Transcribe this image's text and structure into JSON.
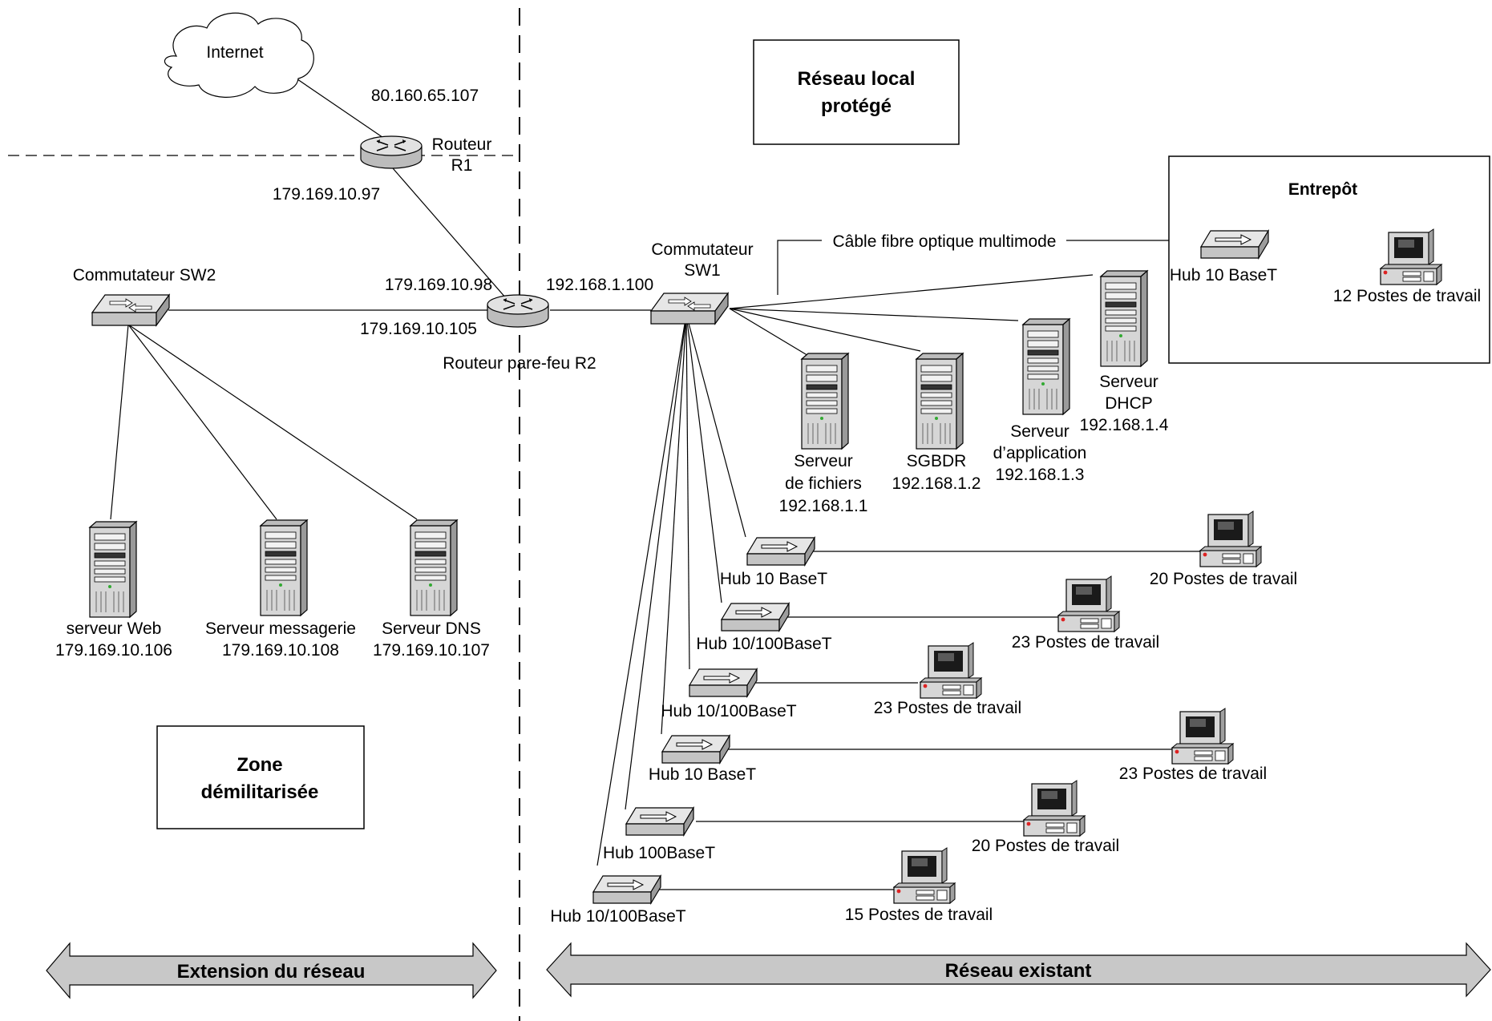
{
  "cloud": {
    "label": "Internet"
  },
  "router_r1": {
    "label_line1": "Routeur",
    "label_line2": "R1",
    "ip_top": "80.160.65.107",
    "ip_bottom": "179.169.10.97"
  },
  "router_r2": {
    "label": "Routeur pare-feu R2",
    "ip_left_top": "179.169.10.98",
    "ip_left_bottom": "179.169.10.105",
    "ip_right": "192.168.1.100"
  },
  "switch_sw2": {
    "label": "Commutateur  SW2"
  },
  "switch_sw1": {
    "label_line1": "Commutateur",
    "label_line2": "SW1"
  },
  "fiber": {
    "label": "Câble fibre optique multimode"
  },
  "boxes": {
    "local_network": {
      "line1": "Réseau local",
      "line2": "protégé"
    },
    "dmz": {
      "line1": "Zone",
      "line2": "démilitarisée"
    },
    "warehouse": {
      "title": "Entrepôt",
      "hub": "Hub 10 BaseT",
      "workstations": "12 Postes de travail"
    }
  },
  "dmz_servers": [
    {
      "name": "serveur Web",
      "ip": "179.169.10.106"
    },
    {
      "name": "Serveur messagerie",
      "ip": "179.169.10.108"
    },
    {
      "name": "Serveur DNS",
      "ip": "179.169.10.107"
    }
  ],
  "lan_servers": {
    "files": {
      "line1": "Serveur",
      "line2": "de fichiers",
      "ip": "192.168.1.1"
    },
    "sgbdr": {
      "line1": "SGBDR",
      "ip": "192.168.1.2"
    },
    "app": {
      "line1": "Serveur",
      "line2": "d’application",
      "ip": "192.168.1.3"
    },
    "dhcp": {
      "line1": "Serveur",
      "line2": "DHCP",
      "ip": "192.168.1.4"
    }
  },
  "hubs": [
    {
      "hub": "Hub 10 BaseT",
      "workstations": "20 Postes de travail"
    },
    {
      "hub": "Hub 10/100BaseT",
      "workstations": "23 Postes de travail"
    },
    {
      "hub": "Hub 10/100BaseT",
      "workstations": "23 Postes de travail"
    },
    {
      "hub": "Hub 10 BaseT",
      "workstations": "23 Postes de travail"
    },
    {
      "hub": "Hub 100BaseT",
      "workstations": "20 Postes de travail"
    },
    {
      "hub": "Hub 10/100BaseT",
      "workstations": "15 Postes de travail"
    }
  ],
  "arrows": {
    "left": "Extension du réseau",
    "right": "Réseau existant"
  },
  "colors": {
    "device_fill": "#d9d9d9",
    "arrow_fill": "#c8c8c8",
    "screen": "#1a1a1a"
  }
}
